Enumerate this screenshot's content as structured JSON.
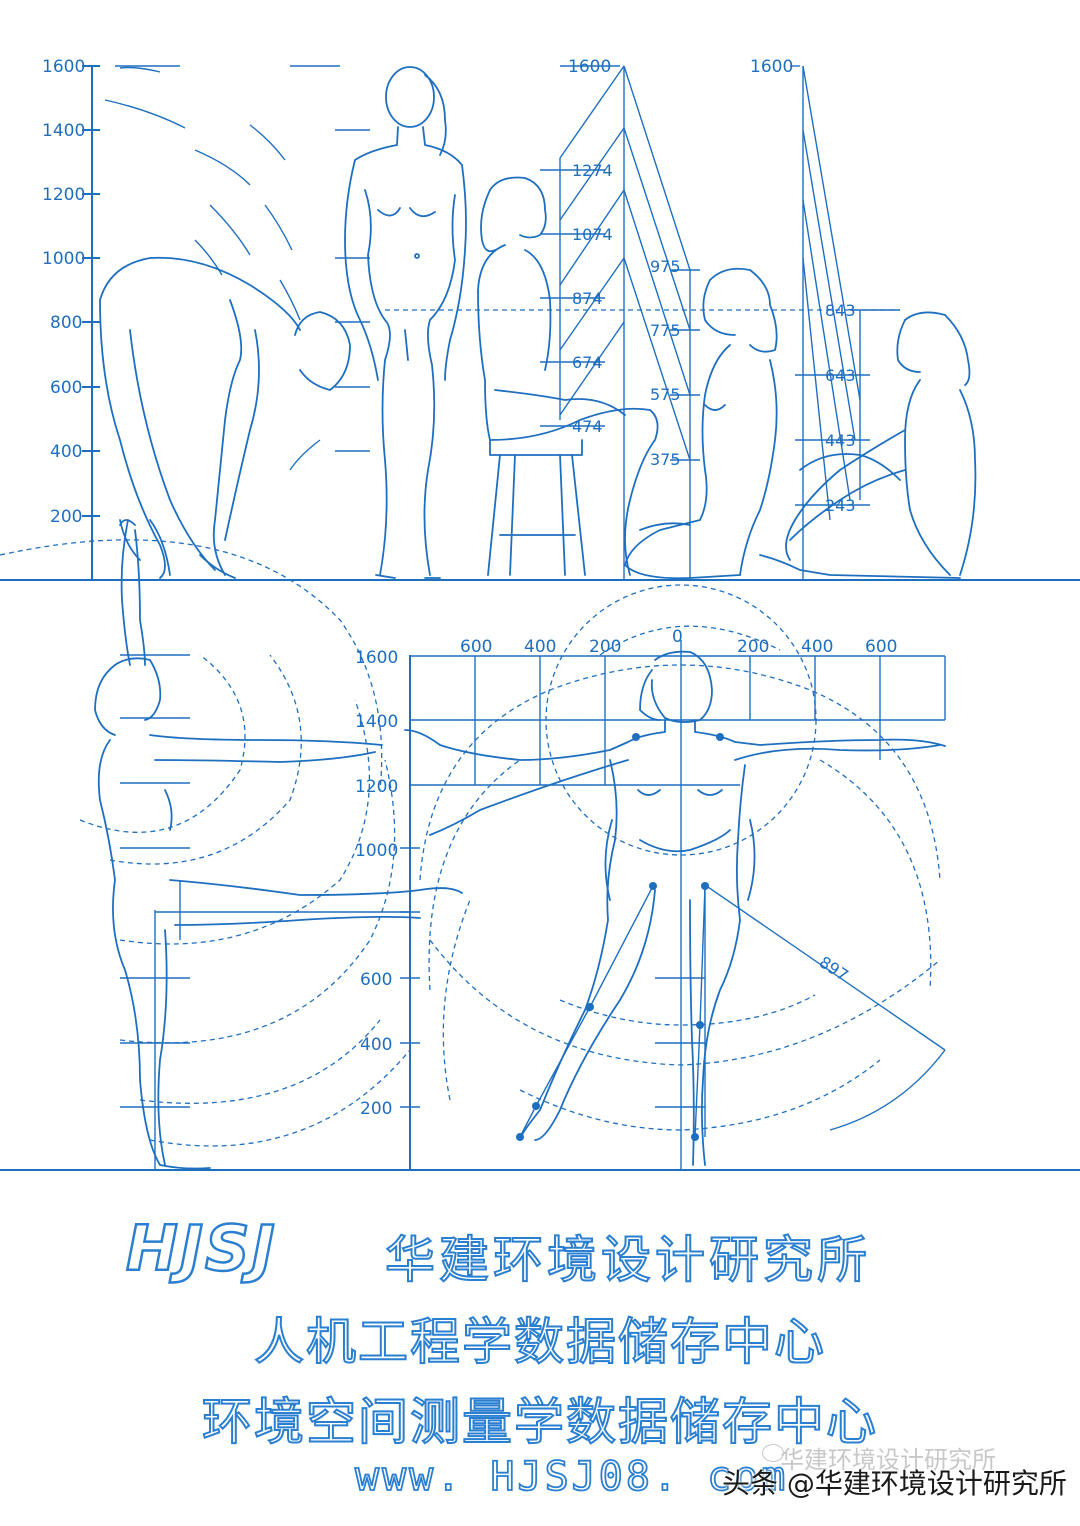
{
  "top_panel": {
    "left_axis_ticks": [
      "1600",
      "1400",
      "1200",
      "1000",
      "800",
      "600",
      "400",
      "200"
    ],
    "stool_axis_ticks": [
      "1600",
      "1274",
      "1074",
      "874",
      "674",
      "474"
    ],
    "kneel_axis_ticks": [
      "975",
      "775",
      "575",
      "375"
    ],
    "sit_axis_ticks": [
      "1600",
      "843",
      "643",
      "443",
      "243"
    ]
  },
  "bottom_panel": {
    "left_axis_ticks": [
      "1600",
      "1400",
      "1200",
      "1000",
      "600",
      "400",
      "200"
    ],
    "top_scale_ticks": [
      "600",
      "400",
      "200",
      "0",
      "200",
      "400",
      "600"
    ],
    "leg_radius_label": "897"
  },
  "branding": {
    "logo": "HJSJ",
    "org_name": "华建环境设计研究所",
    "line1": "人机工程学数据储存中心",
    "line2": "环境空间测量学数据储存中心",
    "url": "www. HJSJ08. com",
    "watermark_ghost": "华建环境设计研究所",
    "watermark": "头条 @华建环境设计研究所"
  },
  "colors": {
    "line": "#1f6fc0",
    "brand": "#2a7fd0",
    "background": "#ffffff"
  }
}
